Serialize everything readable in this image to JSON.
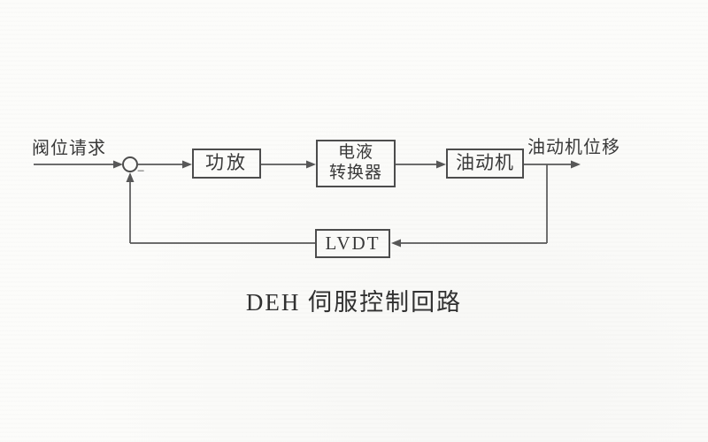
{
  "diagram": {
    "input_label": "阀位请求",
    "output_label": "油动机位移",
    "minus_sign": "−",
    "blocks": {
      "amplifier": "功放",
      "converter_line1": "电液",
      "converter_line2": "转换器",
      "actuator": "油动机",
      "feedback_sensor": "LVDT"
    },
    "caption": "DEH 伺服控制回路"
  },
  "colors": {
    "line": "#575757",
    "border": "#4c4c4c",
    "text": "#383838",
    "background": "#fcfcfa"
  }
}
